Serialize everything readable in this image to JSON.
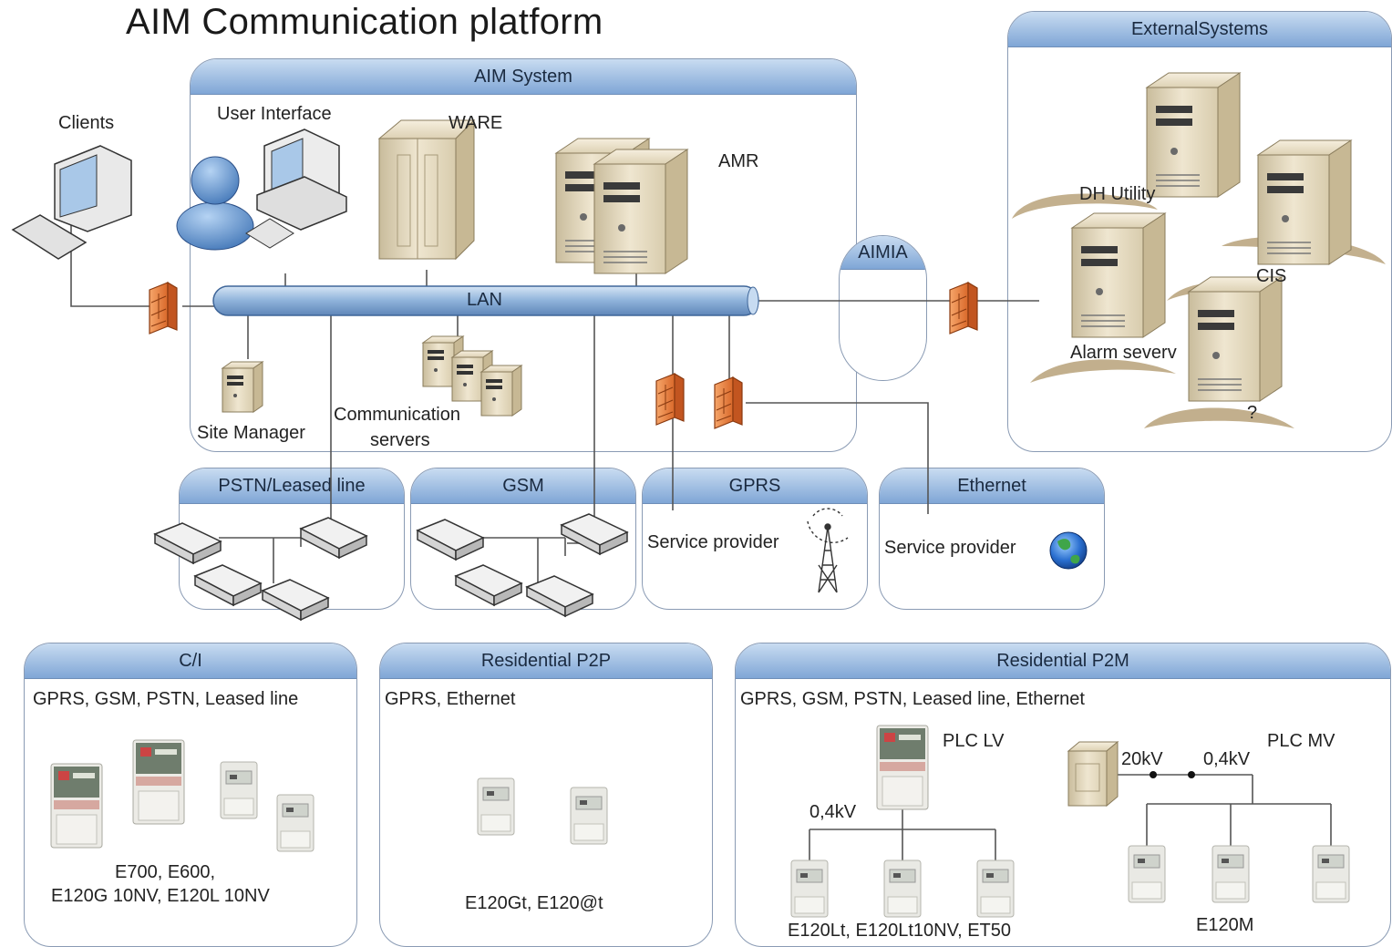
{
  "title": "AIM Communication platform",
  "panels": {
    "aim_system": "AIM System",
    "external": "ExternalSystems",
    "aimia": "AIMIA",
    "pstn": "PSTN/Leased line",
    "gsm": "GSM",
    "gprs": "GPRS",
    "ethernet": "Ethernet",
    "ci": "C/I",
    "p2p": "Residential P2P",
    "p2m": "Residential P2M"
  },
  "labels": {
    "clients": "Clients",
    "user_interface": "User Interface",
    "ware": "WARE",
    "amr": "AMR",
    "lan": "LAN",
    "site_manager": "Site Manager",
    "comm_servers_1": "Communication",
    "comm_servers_2": "servers",
    "dh_utility": "DH Utility",
    "cis": "CIS",
    "alarm_server": "Alarm severv",
    "unknown": "?",
    "gprs_service_provider": "Service provider",
    "eth_service_provider": "Service provider",
    "ci_tech": "GPRS, GSM, PSTN, Leased line",
    "ci_meters_1": "E700, E600,",
    "ci_meters_2": "E120G 10NV, E120L 10NV",
    "p2p_tech": "GPRS, Ethernet",
    "p2p_meters": "E120Gt, E120@t",
    "p2m_tech": "GPRS, GSM, PSTN, Leased line, Ethernet",
    "plc_lv": "PLC LV",
    "plc_mv": "PLC MV",
    "kv20": "20kV",
    "kv04_mv": "0,4kV",
    "kv04_lv": "0,4kV",
    "p2m_lv_meters": "E120Lt, E120Lt10NV, ET50",
    "p2m_mv_meters": "E120M"
  },
  "colors": {
    "panel_header": "#7fa6d6",
    "firewall": "#e8833a",
    "server_beige": "#e6dcc4",
    "lan_pipe": "#8eb2da",
    "swirl": "#b8a27a"
  },
  "icons": [
    "client-computer-icon",
    "user-person-icon",
    "workstation-icon",
    "ware-server-icon",
    "amr-server-icon",
    "firewall-icon",
    "modem-icon",
    "antenna-tower-icon",
    "globe-icon",
    "electricity-meter-icon",
    "transformer-icon"
  ]
}
